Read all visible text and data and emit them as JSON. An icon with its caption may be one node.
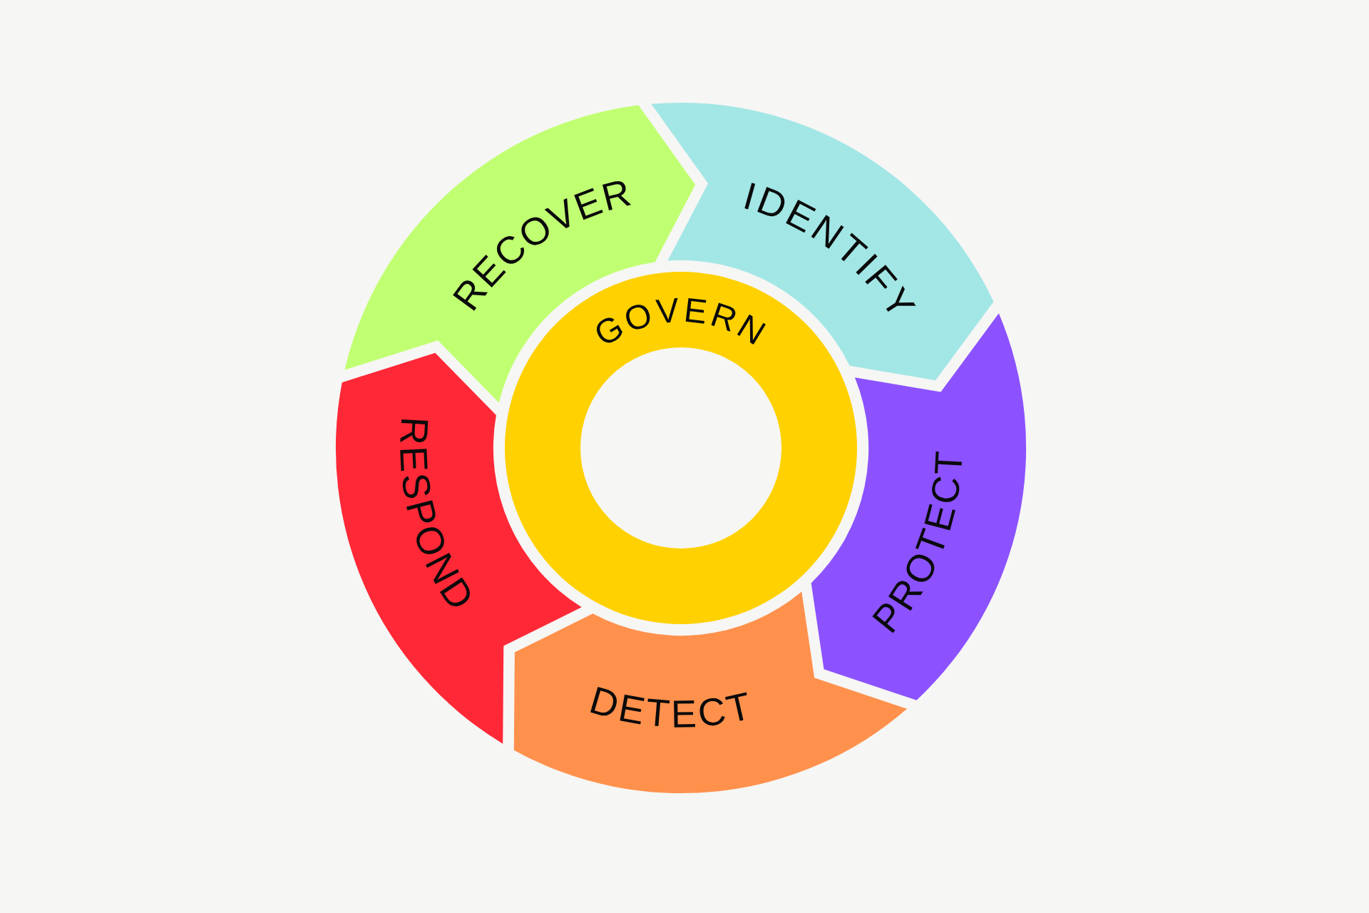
{
  "diagram": {
    "nodes": [
      {
        "text": [
          "GOVERN"
        ]
      },
      {
        "text": [
          "IDENTIFY"
        ]
      },
      {
        "text": [
          "PROTECT"
        ]
      },
      {
        "text": [
          "DETECT"
        ]
      },
      {
        "text": [
          "RESPOND"
        ]
      },
      {
        "text": [
          "RECOVER"
        ]
      }
    ]
  }
}
